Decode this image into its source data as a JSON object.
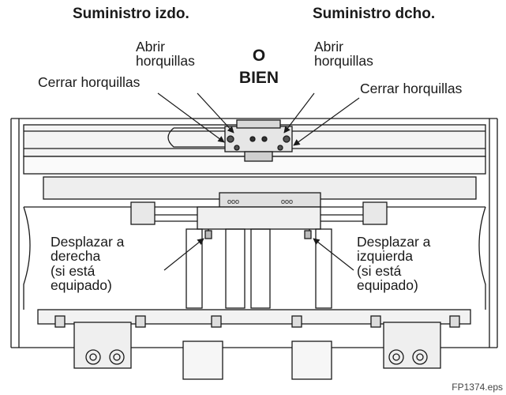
{
  "headers": {
    "left": "Suministro izdo.",
    "right": "Suministro dcho."
  },
  "or_label": {
    "line1": "O",
    "line2": "BIEN"
  },
  "callouts": {
    "open_left": "Abrir\nhorquillas",
    "open_right": "Abrir\nhorquillas",
    "close_left": "Cerrar horquillas",
    "close_right": "Cerrar horquillas",
    "shift_right": "Desplazar a\nderecha\n(si está\nequipado)",
    "shift_left": "Desplazar a\nizquierda\n(si está\nequipado)"
  },
  "figure_id": "FP1374.eps"
}
